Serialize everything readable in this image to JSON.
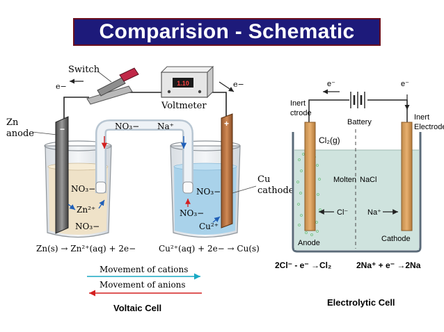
{
  "title": "Comparision - Schematic",
  "voltaic": {
    "caption": "Voltaic Cell",
    "switch_label": "Switch",
    "voltmeter_label": "Voltmeter",
    "voltmeter_display": "1.10",
    "electron_left": "e−",
    "electron_right": "e−",
    "zn_label": "Zn",
    "anode_label": "anode",
    "cu_label": "Cu",
    "cathode_label": "cathode",
    "minus_sign": "−",
    "plus_sign": "+",
    "bridge_no3": "NO₃−",
    "bridge_na": "Na⁺",
    "left_no3_a": "NO₃−",
    "left_zn2": "Zn²⁺",
    "left_no3_b": "NO₃−",
    "right_no3_a": "NO₃−",
    "right_no3_b": "NO₃−",
    "right_cu2": "Cu²⁺",
    "left_equation": "Zn(s) → Zn²⁺(aq) + 2e−",
    "right_equation": "Cu²⁺(aq) + 2e− → Cu(s)",
    "legend_cations": "Movement of cations",
    "legend_anions": "Movement of anions",
    "cation_color": "#19a9c4",
    "anion_color": "#d42020"
  },
  "electrolytic": {
    "caption": "Electrolytic Cell",
    "inert_left_1": "Inert",
    "inert_left_2": "ctrode",
    "inert_right_1": "Inert",
    "inert_right_2": "Electrode",
    "battery_label": "Battery",
    "electron_left": "e⁻",
    "electron_right": "e⁻",
    "cl2_label": "Cl₂(g)",
    "molten_label": "Molten",
    "nacl_label": "NaCl",
    "cl_ion": "Cl⁻",
    "na_ion": "Na⁺",
    "anode_label": "Anode",
    "cathode_label": "Cathode",
    "eq_anode": "2Cl⁻ - e⁻ →Cl₂",
    "eq_cathode": "2Na⁺ + e⁻ →2Na"
  }
}
